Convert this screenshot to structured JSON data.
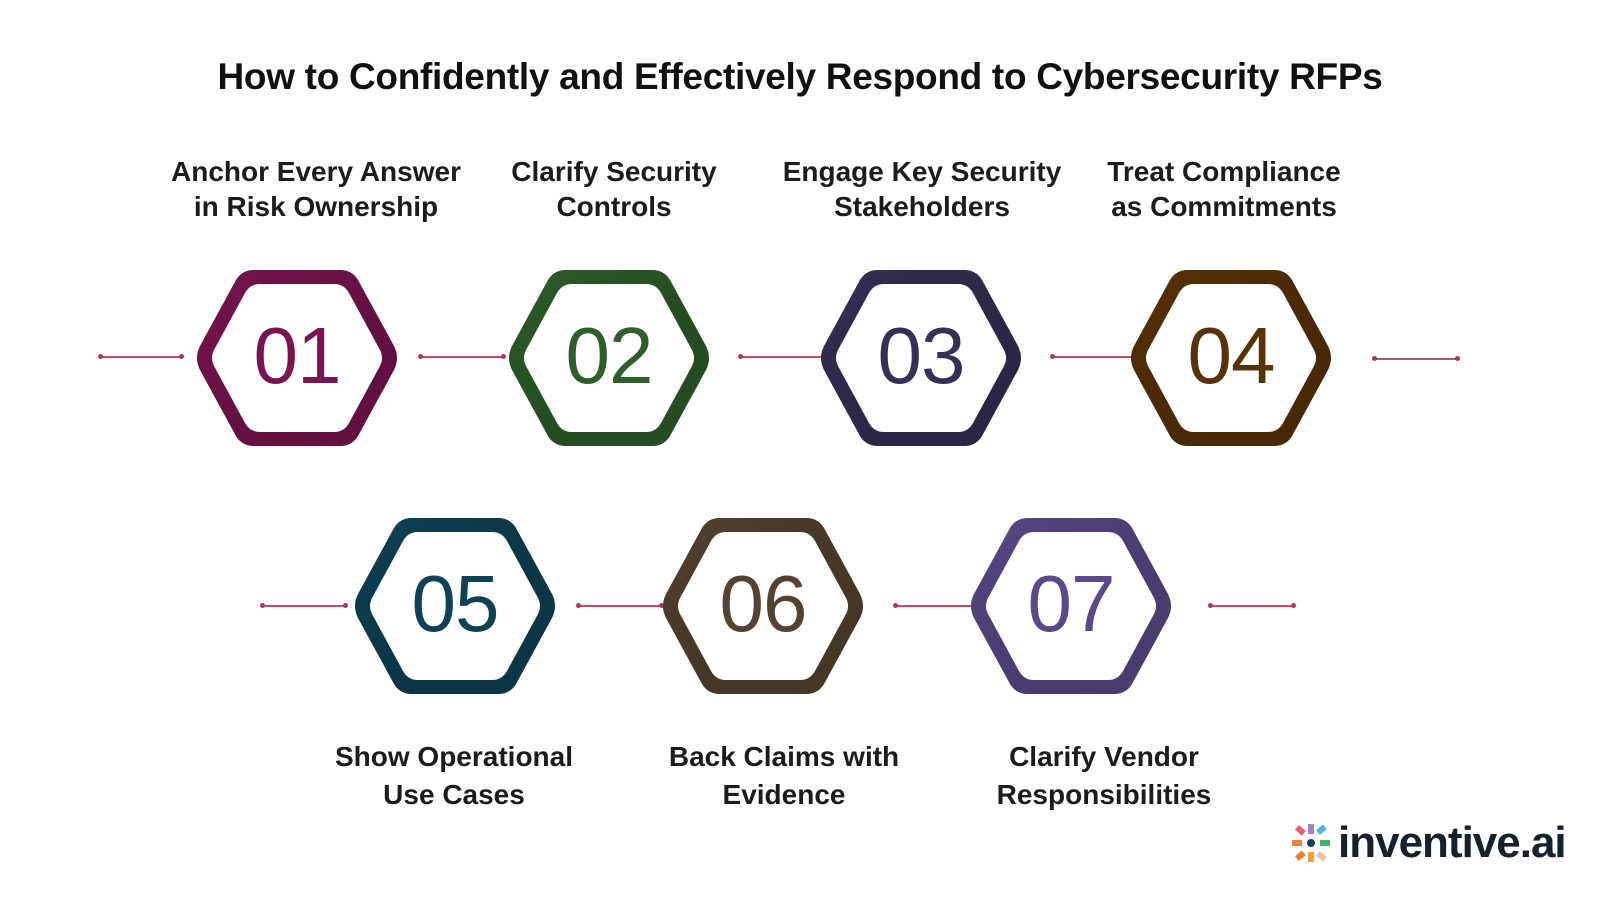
{
  "title": "How to Confidently and Effectively Respond to Cybersecurity RFPs",
  "connector_color": "#c84a6a",
  "steps": [
    {
      "number": "01",
      "label": "Anchor Every Answer\nin Risk Ownership",
      "color": "#7a1450"
    },
    {
      "number": "02",
      "label": "Clarify Security\nControls",
      "color": "#2e5e2a"
    },
    {
      "number": "03",
      "label": "Engage Key Security\nStakeholders",
      "color": "#372f56"
    },
    {
      "number": "04",
      "label": "Treat Compliance\nas Commitments",
      "color": "#5a3208"
    },
    {
      "number": "05",
      "label": "Show Operational\nUse Cases",
      "color": "#0f4256"
    },
    {
      "number": "06",
      "label": "Back Claims with\nEvidence",
      "color": "#55432f"
    },
    {
      "number": "07",
      "label": "Clarify Vendor\nResponsibilities",
      "color": "#5a4a88"
    }
  ],
  "logo": {
    "text": "inventive.ai",
    "icon": "inventive-burst-icon"
  }
}
